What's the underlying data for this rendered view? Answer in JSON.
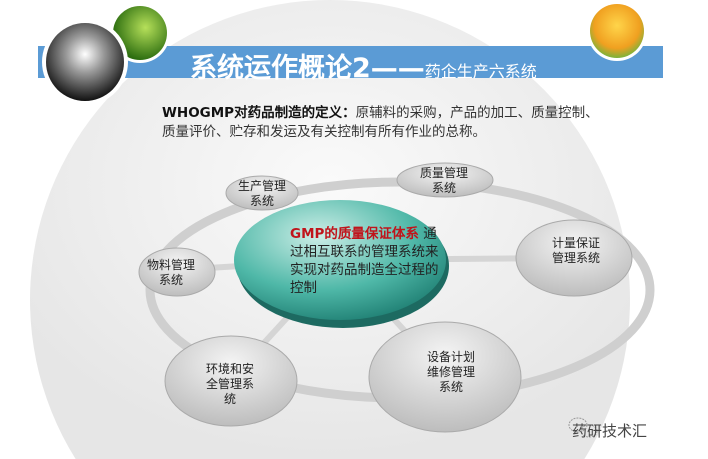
{
  "title": {
    "main": "系统运作概论2",
    "dash": "——",
    "sub": "药企生产六系统"
  },
  "definition": {
    "label": "WHOGMP对药品制造的定义：",
    "text": "原辅料的采购，产品的加工、质量控制、质量评价、贮存和发运及有关控制有所有作业的总称。"
  },
  "center": {
    "highlight": "GMP的质量保证体系",
    "text": " 通过相互联系的管理系统来实现对药品制造全过程的控制"
  },
  "nodes": {
    "production": "生产管理系统",
    "quality": "质量管理系统",
    "metrology": "计量保证管理系统",
    "equipment": "设备计划维修管理系统",
    "environment": "环境和安全管理系统",
    "materials": "物料管理 系统"
  },
  "watermark": "药研技术汇",
  "colors": {
    "banner": "#5b9bd5",
    "center": "#3aa89a",
    "highlight": "#c0141b"
  }
}
